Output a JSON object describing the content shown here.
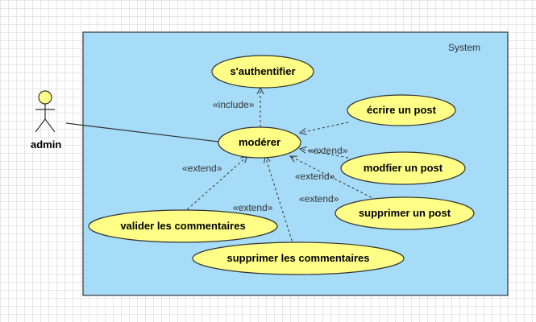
{
  "system": {
    "label": "System",
    "color": "#a6dcf8"
  },
  "actor": {
    "label": "admin"
  },
  "use_cases": {
    "authenticate": "s'authentifier",
    "moderate": "modérer",
    "write_post": "écrire un post",
    "modify_post": "modfier un post",
    "delete_post": "supprimer un post",
    "validate_comments": "valider les commentaires",
    "delete_comments": "supprimer les commentaires"
  },
  "relations": {
    "include": "«include»",
    "extend": "«extend»"
  },
  "colors": {
    "use_case_fill": "#ffff88",
    "stroke": "#333333"
  }
}
